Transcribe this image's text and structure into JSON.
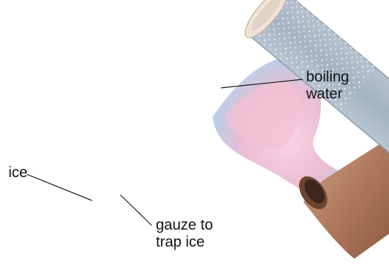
{
  "diagram": {
    "labels": {
      "boiling_water": [
        "boiling",
        "water"
      ],
      "ice": "ice",
      "gauze": [
        "gauze to",
        "trap ice"
      ]
    },
    "colors": {
      "tube_water": "#a9b9c8",
      "ice": "#e6e9f0",
      "gauze": "#8a6a4c",
      "flame_blue": "#9fc7ea",
      "flame_pink": "#f1bdd0",
      "burner": "#b07a5e",
      "tube_rim": "#f0e3d6"
    }
  }
}
